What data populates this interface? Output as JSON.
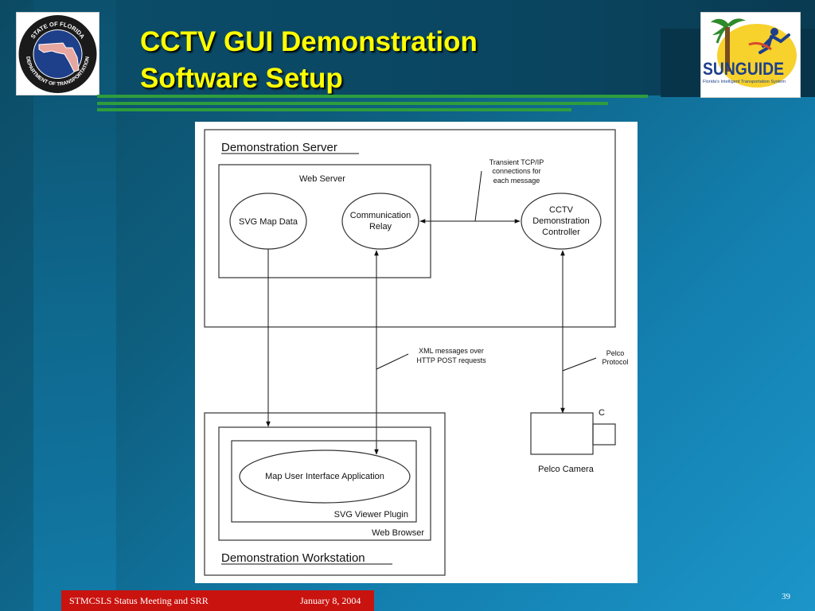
{
  "slide": {
    "title_line1": "CCTV GUI Demonstration",
    "title_line2": "Software Setup",
    "footer_left": "STMCSLS Status Meeting and SRR",
    "footer_date": "January 8, 2004",
    "page_number": "39"
  },
  "logos": {
    "seal_top": "STATE OF FLORIDA",
    "seal_bottom": "DEPARTMENT OF TRANSPORTATION",
    "sunguide_name": "SUNGUIDE",
    "sunguide_tagline": "Florida's Intelligent Transportation System"
  },
  "diagram": {
    "demo_server": "Demonstration Server",
    "web_server": "Web Server",
    "svg_map_data": "SVG Map Data",
    "comm_relay_1": "Communication",
    "comm_relay_2": "Relay",
    "cctv_1": "CCTV",
    "cctv_2": "Demonstration",
    "cctv_3": "Controller",
    "tcp_1": "Transient TCP/IP",
    "tcp_2": "connections for",
    "tcp_3": "each message",
    "xml_1": "XML messages over",
    "xml_2": "HTTP POST requests",
    "pelco_1": "Pelco",
    "pelco_2": "Protocol",
    "camera_mark": "C",
    "pelco_camera": "Pelco Camera",
    "map_ui_app": "Map User Interface Application",
    "svg_viewer": "SVG Viewer Plugin",
    "web_browser": "Web Browser",
    "demo_workstation": "Demonstration Workstation"
  },
  "colors": {
    "title": "#ffff00",
    "footer": "#c9130f",
    "rule": "#2e9d3d"
  }
}
